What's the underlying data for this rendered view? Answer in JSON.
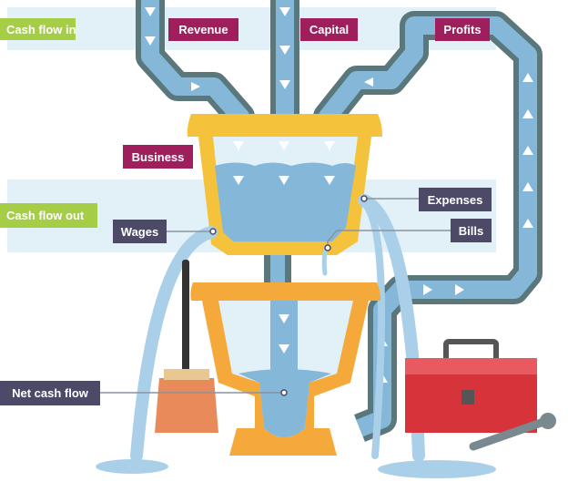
{
  "labels": {
    "cash_flow_in": "Cash flow in",
    "cash_flow_out": "Cash flow out",
    "revenue": "Revenue",
    "capital": "Capital",
    "profits": "Profits",
    "business": "Business",
    "expenses": "Expenses",
    "bills": "Bills",
    "wages": "Wages",
    "net_cash_flow": "Net cash flow"
  },
  "colors": {
    "band": "#e2f0f8",
    "pipe_outline": "#5a777c",
    "water": "#84b7d8",
    "business_tank": "#f5c33b",
    "net_tank": "#f6a93b",
    "label_in": "#9e1f5c",
    "label_out": "#4c4a66",
    "section_label": "#a5cd45",
    "toolbox": "#d7333a"
  }
}
